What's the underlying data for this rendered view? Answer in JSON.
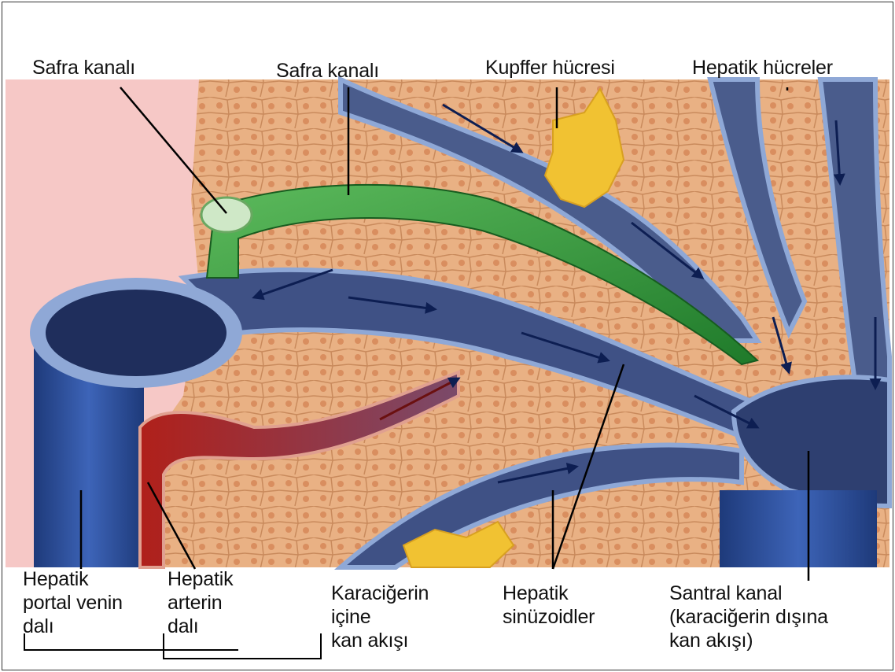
{
  "labels": {
    "bile_duct_left": "Safra kanalı",
    "bile_duct_center": "Safra kanalı",
    "kupffer_cell": "Kupffer hücresi",
    "hepatic_cells": "Hepatik hücreler",
    "portal_vein_branch": [
      "Hepatik",
      "portal venin",
      "dalı"
    ],
    "artery_branch": [
      "Hepatik",
      "arterin",
      "dalı"
    ],
    "blood_flow_in": [
      "Karaciğerin",
      "içine",
      "kan akışı"
    ],
    "sinusoids": [
      "Hepatik",
      "sinüzoidler"
    ],
    "central_vein": [
      "Santral kanal",
      "(karaciğerin dışına",
      "kan akışı)"
    ]
  },
  "colors": {
    "background_pink": "#f6c8c6",
    "hepatocyte": "#e9b184",
    "hepatocyte_nucleus": "#d98e5f",
    "sinusoid_blue": "#4a5c8c",
    "vein_blue": "#2d4a8c",
    "bile_green": "#3c9a3c",
    "artery_red": "#c0392b",
    "kupffer_yellow": "#f1c232"
  }
}
